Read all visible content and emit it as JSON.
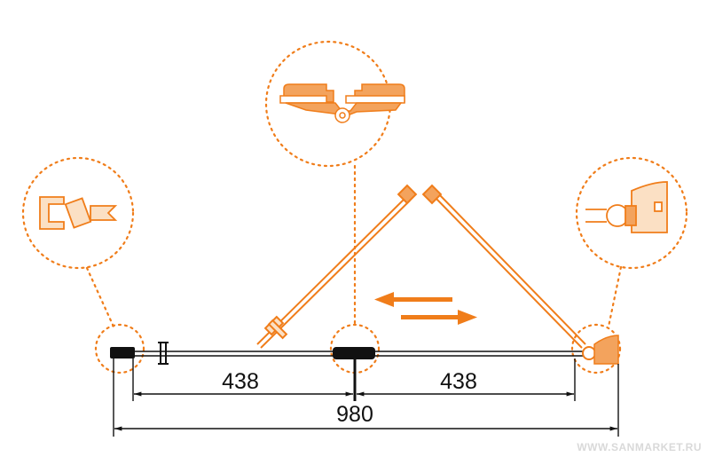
{
  "dimensions": {
    "left_width": "438",
    "right_width": "438",
    "total_width": "980"
  },
  "watermark": "WWW.SANMARKET.RU",
  "colors": {
    "accent": "#f07d1a",
    "line": "#111111"
  },
  "icons": [
    "arrow-left-icon",
    "arrow-right-icon"
  ]
}
